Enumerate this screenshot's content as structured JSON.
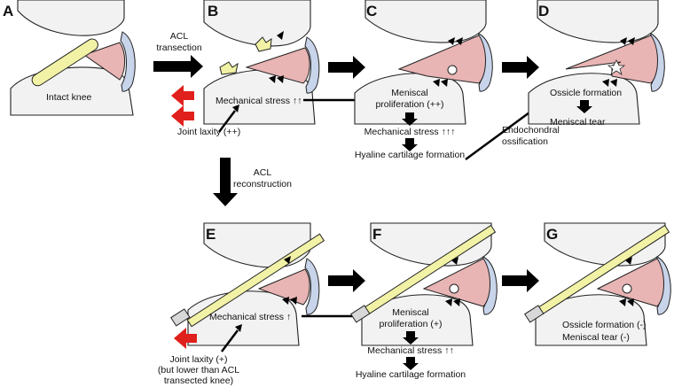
{
  "panels": {
    "a": "A",
    "b": "B",
    "c": "C",
    "d": "D",
    "e": "E",
    "f": "F",
    "g": "G"
  },
  "labels": {
    "intact_knee": "Intact knee",
    "acl_transection_1": "ACL",
    "acl_transection_2": "transection",
    "mech_stress_b": "Mechanical stress ↑↑",
    "joint_laxity_b": "Joint laxity (++)",
    "meniscal_prolif_c_1": "Meniscal",
    "meniscal_prolif_c_2": "proliferation (++)",
    "mech_stress_c": "Mechanical stress ↑↑↑",
    "hyaline_c": "Hyaline cartilage formation",
    "endochondral_1": "Endochondral",
    "endochondral_2": "ossification",
    "ossicle_d": "Ossicle formation",
    "meniscal_tear_d": "Meniscal tear",
    "acl_recon_1": "ACL",
    "acl_recon_2": "reconstruction",
    "mech_stress_e": "Mechanical stress ↑",
    "joint_laxity_e_1": "Joint laxity (+)",
    "joint_laxity_e_2": "(but lower than ACL",
    "joint_laxity_e_3": "transected knee)",
    "meniscal_prolif_f_1": "Meniscal",
    "meniscal_prolif_f_2": "proliferation (+)",
    "mech_stress_f": "Mechanical stress ↑↑",
    "hyaline_f": "Hyaline cartilage formation",
    "ossicle_g": "Ossicle formation (-)",
    "meniscal_tear_g": "Meniscal tear (-)"
  },
  "colors": {
    "meniscus": "#e8b4b4",
    "capsule": "#c8d4ea",
    "bone": "#f2f2f2",
    "graft": "#f2f2a6",
    "laxity_arrow": "#e0201c"
  }
}
